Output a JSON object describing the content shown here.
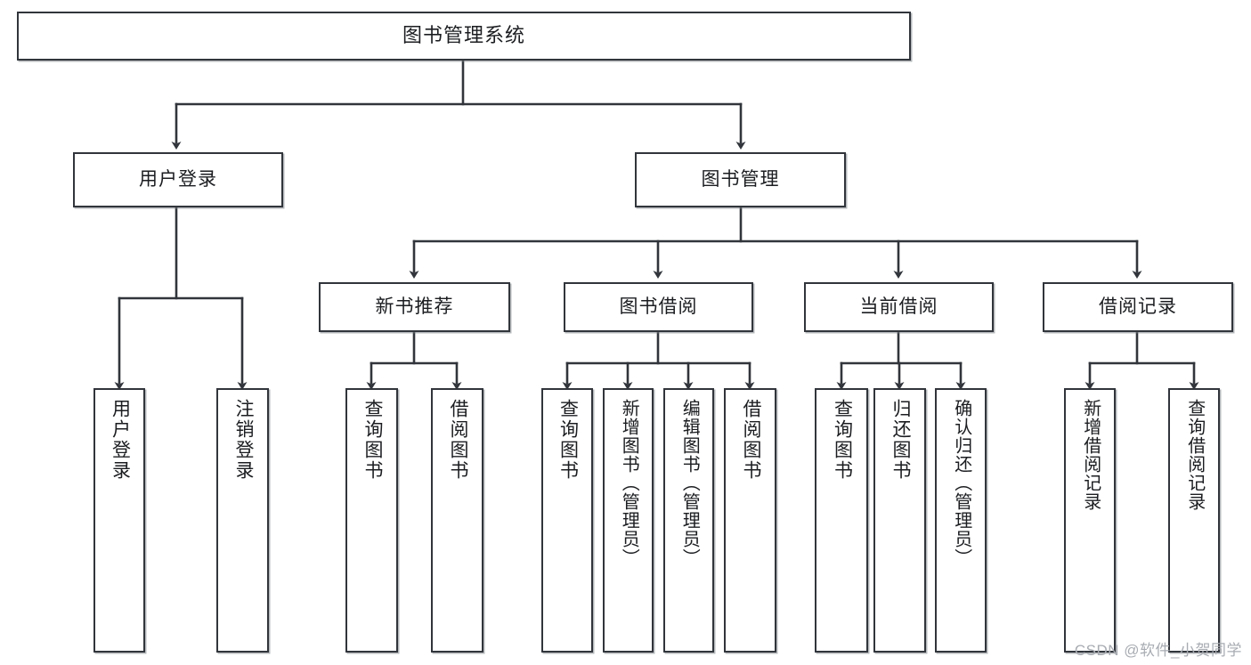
{
  "diagram": {
    "type": "tree",
    "title": "图书管理系统",
    "orientation": "top-down",
    "colors": {
      "box_border": "#31353b",
      "box_fill": "#ffffff",
      "connector": "#31353b",
      "text": "#1b1d20",
      "watermark": "#a8acb2"
    },
    "root": {
      "label": "图书管理系统"
    },
    "level1": [
      {
        "label": "用户登录"
      },
      {
        "label": "图书管理"
      }
    ],
    "level2": [
      {
        "label": "新书推荐"
      },
      {
        "label": "图书借阅"
      },
      {
        "label": "当前借阅"
      },
      {
        "label": "借阅记录"
      }
    ],
    "leaves": {
      "user_login": [
        {
          "label": "用户登录"
        },
        {
          "label": "注销登录"
        }
      ],
      "new_book_recommend": [
        {
          "label": "查询图书"
        },
        {
          "label": "借阅图书"
        }
      ],
      "book_borrow": [
        {
          "label": "查询图书"
        },
        {
          "label": "新增图书（管理员）"
        },
        {
          "label": "编辑图书（管理员）"
        },
        {
          "label": "借阅图书"
        }
      ],
      "current_borrow": [
        {
          "label": "查询图书"
        },
        {
          "label": "归还图书"
        },
        {
          "label": "确认归还（管理员）"
        }
      ],
      "borrow_record": [
        {
          "label": "新增借阅记录"
        },
        {
          "label": "查询借阅记录"
        }
      ]
    }
  },
  "watermark": {
    "text": "CSDN @软件_小贺同学"
  }
}
